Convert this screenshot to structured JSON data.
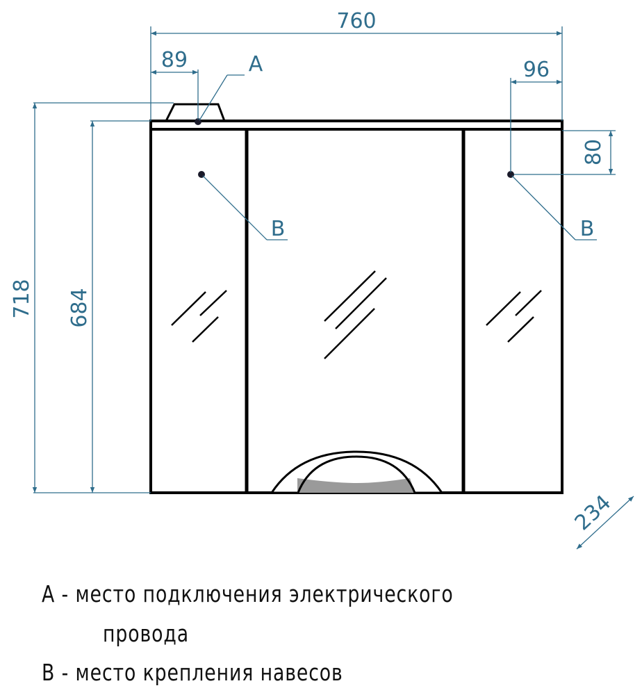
{
  "drawing": {
    "title": "Mirror cabinet dimension drawing",
    "line_color": "#000000",
    "dim_color": "#2f6d8c",
    "units": "mm"
  },
  "dimensions": {
    "overall_width": "760",
    "overall_height": "718",
    "cabinet_height": "684",
    "depth": "234",
    "point_a_offset_left": "89",
    "point_b_offset_right": "96",
    "point_b_offset_top": "80"
  },
  "callouts": {
    "a": "A",
    "b_left": "B",
    "b_right": "B"
  },
  "legend": {
    "line1": "A - место подключения электрического",
    "line2": "провода",
    "line3": "B - место крепления навесов"
  }
}
